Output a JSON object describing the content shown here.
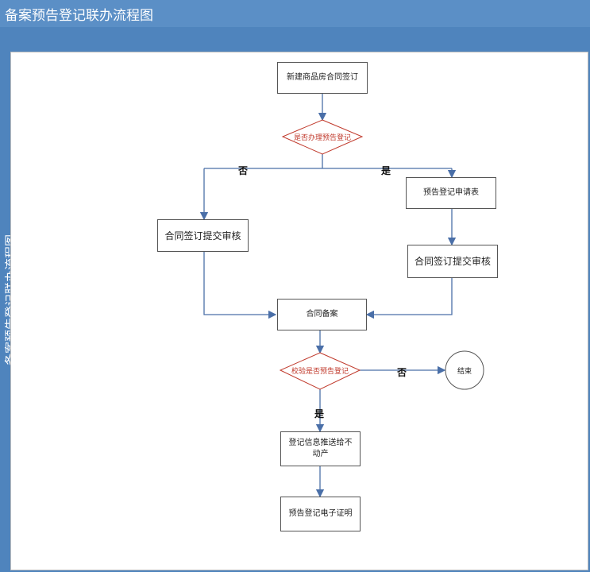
{
  "window": {
    "title": "备案预告登记联办流程图"
  },
  "lane": {
    "label": "备案预告登记联办流程图"
  },
  "nodes": {
    "start": "新建商品房合同签订",
    "decision1": "是否办理预告登记",
    "left_review": "合同签订提交审核",
    "apply_form": "预告登记申请表",
    "right_review": "合同签订提交审核",
    "filing": "合同备案",
    "decision2": "校验是否预告登记",
    "end": "结束",
    "push": "登记信息推送给不动产",
    "certificate": "预告登记电子证明"
  },
  "edge_labels": {
    "no1": "否",
    "yes1": "是",
    "no2": "否",
    "yes2": "是"
  },
  "colors": {
    "lane": "#4f84bd",
    "arrow": "#4a6fa8",
    "decision_text": "#c0392b",
    "decision_border": "#c0392b"
  }
}
